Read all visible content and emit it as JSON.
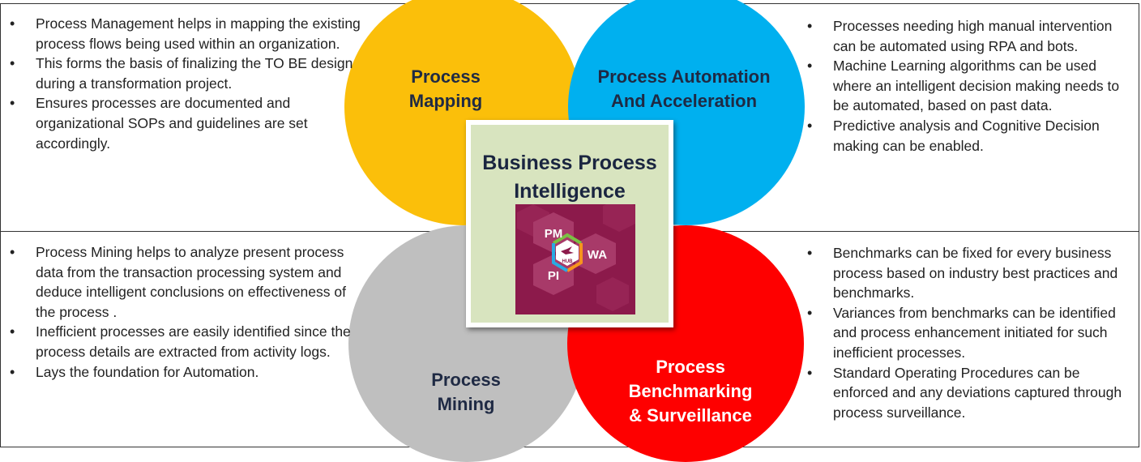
{
  "quadrants": {
    "mapping": {
      "title": "Process\nMapping",
      "color": "#fbbf0a",
      "bullets": [
        "Process Management helps in mapping the existing process flows being used within an organization.",
        "This forms the basis of finalizing the TO BE design during a transformation project.",
        "Ensures processes are documented and organizational SOPs and guidelines are set accordingly."
      ]
    },
    "automation": {
      "title": "Process Automation\nAnd Acceleration",
      "color": "#00b0ef",
      "bullets": [
        "Processes needing high manual intervention can be automated using RPA and bots.",
        "Machine Learning algorithms can be used where an intelligent decision making needs to be automated, based on past data.",
        "Predictive analysis and Cognitive Decision making can be enabled."
      ]
    },
    "mining": {
      "title": "Process\nMining",
      "color": "#bfbfbf",
      "bullets": [
        "Process Mining helps to analyze present process data from the transaction processing system and deduce intelligent conclusions on effectiveness of the process .",
        "Inefficient processes are easily identified since the process details are extracted from activity logs.",
        "Lays the foundation for Automation."
      ]
    },
    "benchmarking": {
      "title": "Process\nBenchmarking\n& Surveillance",
      "color": "#fe0000",
      "bullets": [
        "Benchmarks can be fixed for every business process based on industry best practices and benchmarks.",
        "Variances from benchmarks can be identified and process enhancement initiated for such inefficient processes.",
        "Standard Operating Procedures can be enforced and any deviations captured through process surveillance."
      ]
    }
  },
  "center": {
    "title": "Business Process\nIntelligence",
    "graphic": {
      "background": "#8c1a4b",
      "hexagons": [
        "PM",
        "WA",
        "PI"
      ],
      "hub_label": "HUB"
    }
  }
}
